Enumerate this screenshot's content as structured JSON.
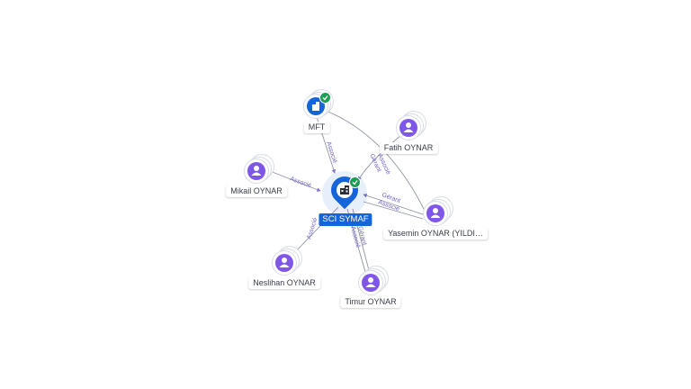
{
  "graph": {
    "center": {
      "label": "SCI SYMAF",
      "verified": true
    },
    "nodes": {
      "mft": {
        "label": "MFT",
        "type": "company",
        "verified": true
      },
      "fatih": {
        "label": "Fatih OYNAR",
        "type": "person"
      },
      "mikail": {
        "label": "Mikail OYNAR",
        "type": "person"
      },
      "yasemin": {
        "label": "Yasemin OYNAR (YILDI…",
        "type": "person"
      },
      "neslihan": {
        "label": "Neslihan OYNAR",
        "type": "person"
      },
      "timur": {
        "label": "Timur OYNAR",
        "type": "person"
      }
    },
    "edge_labels": {
      "mft": "Associé",
      "mikail": "Associé",
      "fatih_gerant": "Gérant",
      "fatih_associe": "Associé",
      "yasemin_gerant": "Gérant",
      "yasemin_associe": "Associé",
      "neslihan": "Associé",
      "timur_gerant": "Gérant",
      "timur_associe": "Associé"
    },
    "colors": {
      "company": "#1565d8",
      "person": "#7e57e8",
      "verified": "#1f9d55",
      "edge": "#8f95a3",
      "edge_label": "#6f63c7"
    }
  }
}
